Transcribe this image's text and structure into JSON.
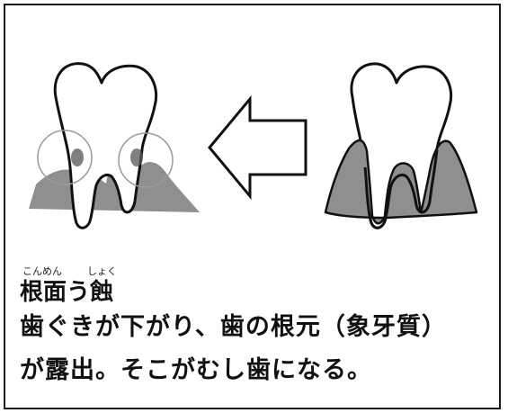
{
  "furigana": {
    "konmen": "こんめん",
    "shoku": "しょく"
  },
  "term": "根面う蝕",
  "description": {
    "line1": "歯ぐきが下がり、歯の根元（象牙質）",
    "line2": "が露出。そこがむし歯になる。"
  },
  "colors": {
    "gum": "#8f8f8f",
    "outline": "#111111",
    "decay": "#555555",
    "highlight_circle": "#9a9a9a"
  }
}
